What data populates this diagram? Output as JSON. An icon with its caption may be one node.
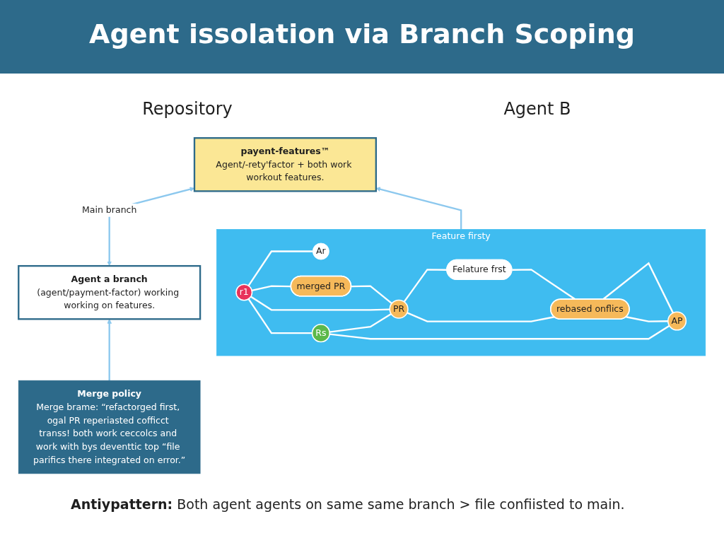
{
  "diagram": {
    "title": "Agent issolation via Branch Scoping",
    "caption": "**Antiypattern:** Both agent agents on same same branch > file confiisted to main.",
    "nodes": [
      {
        "text": [
          "Agent a branch",
          "(agent/payment-factor) working working on features."
        ]
      },
      {
        "text": [
          "payent-features™",
          "Agent/-rety'factor + both work workout features."
        ]
      },
      {
        "text": [
          "Merge policy",
          "Merge brame: “refactorged first, ogal PR reperiasted cofficct transs! both work ceccolcs and work with bys deventtic top “file parifics there integrated on error.”"
        ]
      },
      {
        "text": [
          "Feature firsty"
        ]
      },
      {
        "text": [
          "r1"
        ],
        "in": 3
      },
      {
        "text": [
          "Ar"
        ],
        "in": 3
      },
      {
        "text": [
          "merged PR"
        ],
        "in": 3
      },
      {
        "text": [
          "Rs"
        ],
        "in": 3
      },
      {
        "text": [
          "PR"
        ],
        "in": 3
      },
      {
        "text": [
          "Felature frst"
        ],
        "in": 3
      },
      {
        "text": [
          "rebased onflics"
        ],
        "in": 3
      },
      {
        "text": [
          "AP"
        ],
        "in": 3
      }
    ],
    "edges": [
      {
        "from": 0,
        "to": 1,
        "arrow": "both",
        "label": "Main branch",
        "color": "#8cc8ee"
      },
      {
        "from": 2,
        "to": 0,
        "arrow": "to",
        "color": "#8cc8ee"
      },
      {
        "from": 3,
        "to": 1,
        "arrow": "to",
        "color": "#8cc8ee"
      },
      {
        "from": 4,
        "to": 5,
        "arrow": "none"
      },
      {
        "from": 4,
        "to": 6,
        "arrow": "none"
      },
      {
        "from": 4,
        "to": 8,
        "arrow": "none"
      },
      {
        "from": 4,
        "to": 7,
        "arrow": "none"
      },
      {
        "from": 6,
        "to": 8,
        "arrow": "none"
      },
      {
        "from": 7,
        "to": 8,
        "arrow": "none"
      },
      {
        "from": 7,
        "to": 11,
        "arrow": "none"
      },
      {
        "from": 8,
        "to": 9,
        "arrow": "none"
      },
      {
        "from": 8,
        "to": 10,
        "arrow": "none"
      },
      {
        "from": 9,
        "to": 10,
        "arrow": "none"
      },
      {
        "from": 10,
        "to": 11,
        "arrow": "none"
      },
      {
        "from": 10,
        "to": 11,
        "arrow": "none"
      }
    ],
    "labels": [
      "Repository",
      "Agent B"
    ]
  }
}
